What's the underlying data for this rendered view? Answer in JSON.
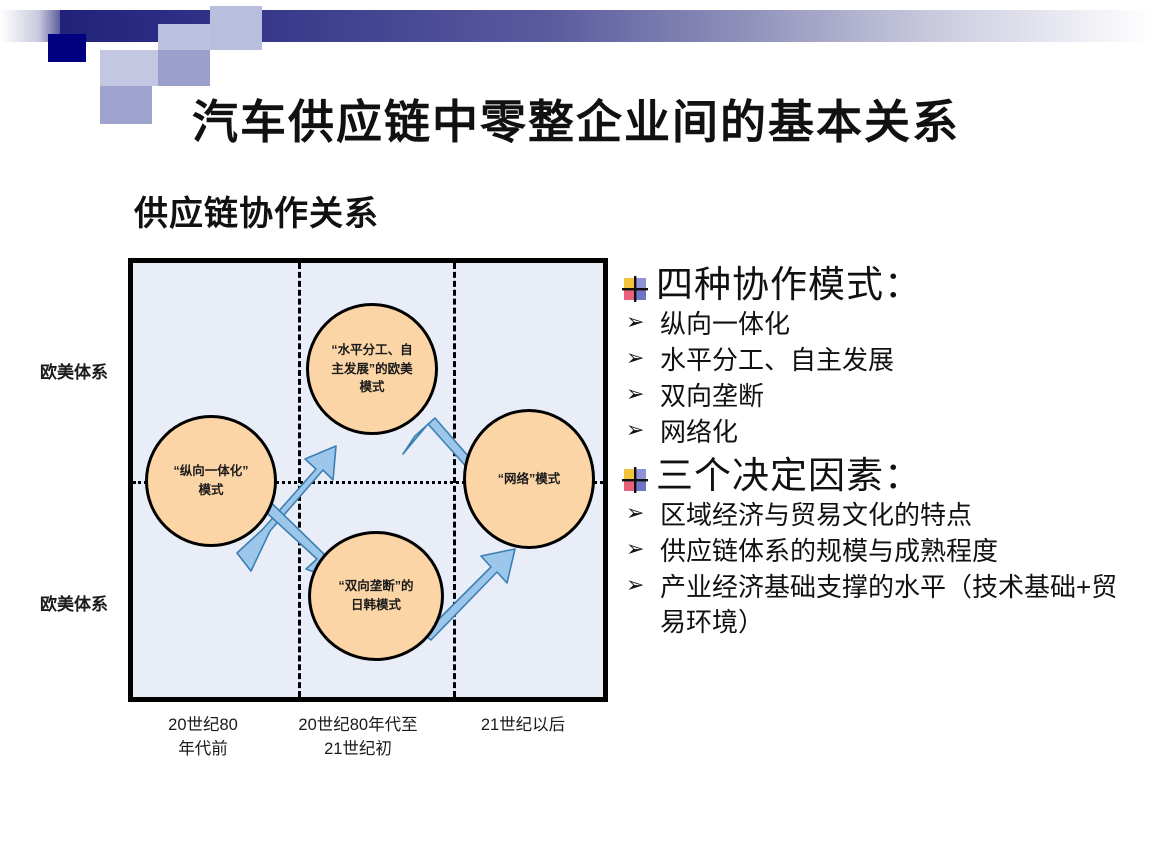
{
  "slide": {
    "title": "汽车供应链中零整企业间的基本关系",
    "subtitle": "供应链协作关系"
  },
  "diagram": {
    "axis_labels": {
      "left_top": "欧美体系",
      "left_bottom": "欧美体系"
    },
    "x_labels": [
      "20世纪80\n年代前",
      "20世纪80年代至\n21世纪初",
      "21世纪以后"
    ],
    "nodes": [
      {
        "id": "vertical-integration",
        "label": "“纵向一体化”\n模式"
      },
      {
        "id": "horizontal-division",
        "label": "“水平分工、自\n主发展”的欧美\n模式"
      },
      {
        "id": "bilateral-monopoly",
        "label": "“双向垄断”的\n日韩模式"
      },
      {
        "id": "network-model",
        "label": "“网络”模式"
      }
    ],
    "colors": {
      "plot_background": "#e8edf7",
      "node_fill": "#fbd5a5",
      "node_border": "#000000",
      "arrow_fill": "#9dc7ea",
      "arrow_border": "#3b7fb5"
    }
  },
  "panel": {
    "section1": {
      "heading": "四种协作模式：",
      "bullets": [
        "纵向一体化",
        "水平分工、自主发展",
        "双向垄断",
        "网络化"
      ]
    },
    "section2": {
      "heading": "三个决定因素：",
      "bullets": [
        "区域经济与贸易文化的特点",
        "供应链体系的规模与成熟程度",
        "产业经济基础支撑的水平（技术基础+贸易环境）"
      ]
    },
    "bullet_marker": "➢"
  }
}
